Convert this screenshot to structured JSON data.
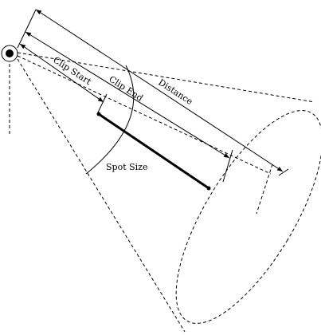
{
  "labels": {
    "clip_start": "Clip Start",
    "clip_end": "Clip End",
    "distance": "Distance",
    "spot_size": "Spot Size"
  },
  "colors": {
    "line": "#000000",
    "background": "#ffffff"
  }
}
